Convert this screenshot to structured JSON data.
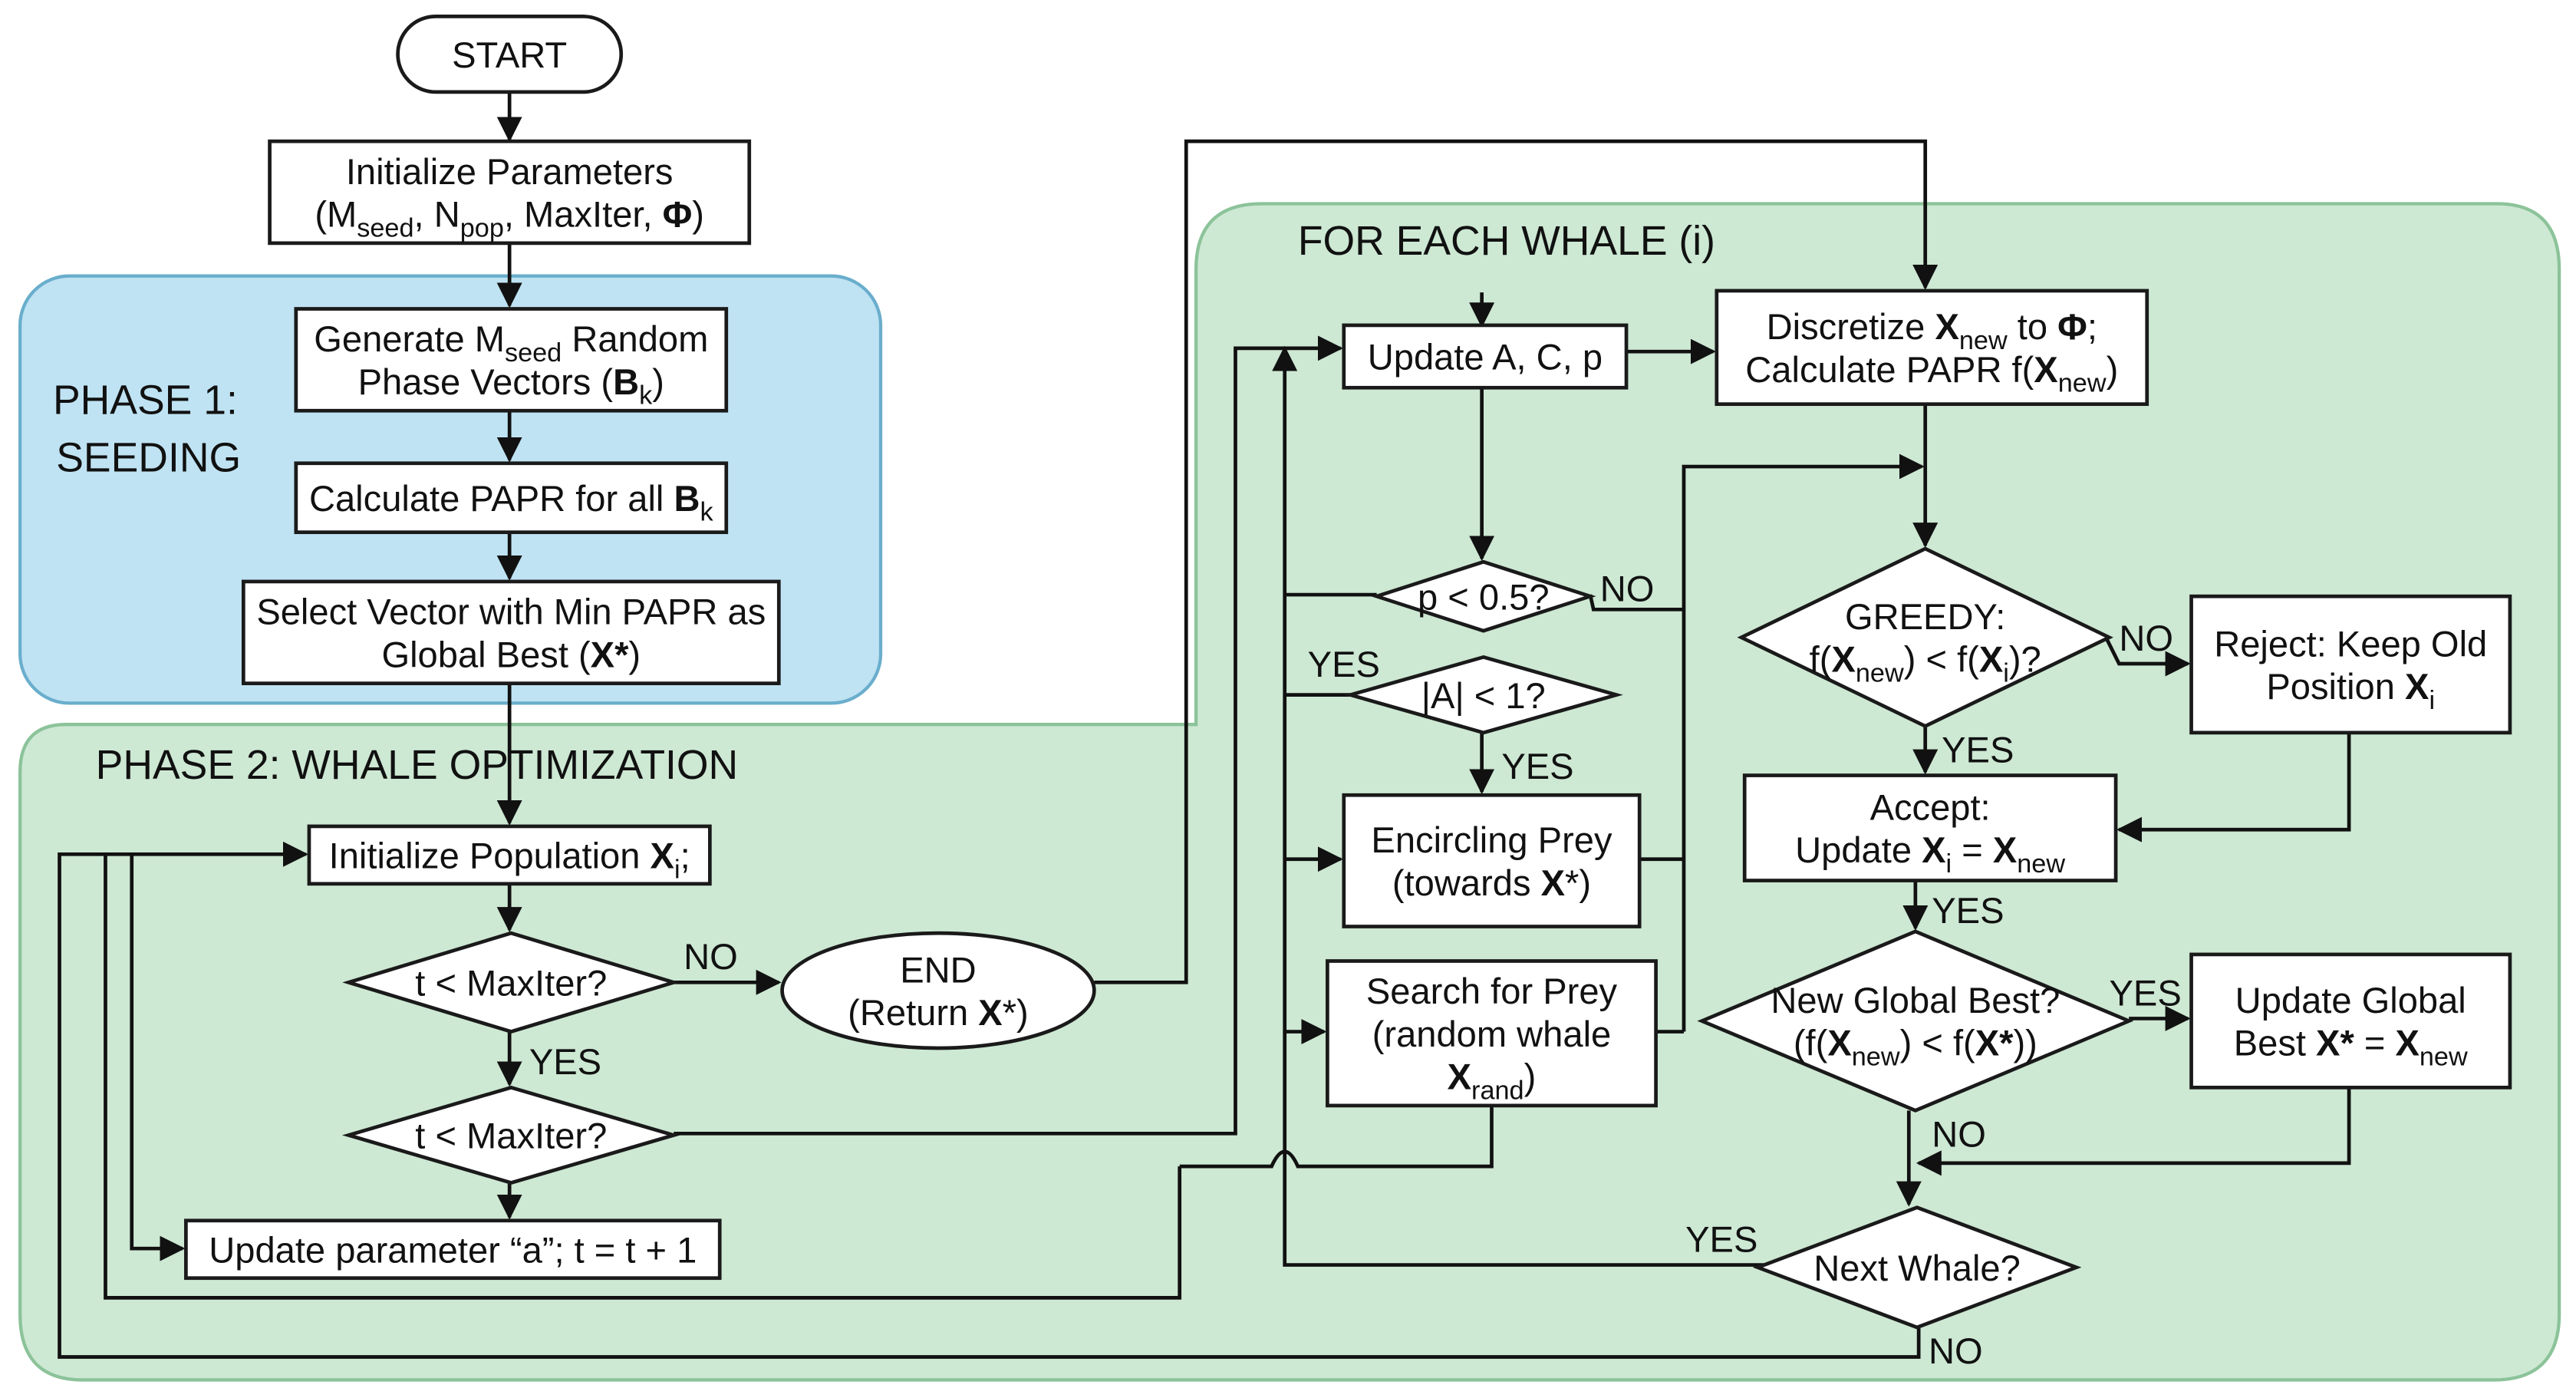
{
  "colors": {
    "phase1_fill": "#bfe3f3",
    "phase1_stroke": "#6aaecc",
    "phase2_fill": "#cde8d3",
    "phase2_stroke": "#8cc39a",
    "node_fill": "#ffffff",
    "line": "#111111"
  },
  "titles": {
    "phase1": [
      "PHASE 1:",
      "SEEDING"
    ],
    "phase2": "PHASE 2: WHALE OPTIMIZATION",
    "for_each": "FOR EACH WHALE (i)"
  },
  "nodes": {
    "start": {
      "lines": [
        [
          {
            "t": "START"
          }
        ]
      ]
    },
    "init_params": {
      "lines": [
        [
          {
            "t": "Initialize Parameters"
          }
        ],
        [
          {
            "t": "(M"
          },
          {
            "t": "seed",
            "sub": true
          },
          {
            "t": ", N"
          },
          {
            "t": "pop",
            "sub": true
          },
          {
            "t": ", MaxIter, "
          },
          {
            "t": "Φ",
            "b": true
          },
          {
            "t": ")"
          }
        ]
      ]
    },
    "generate": {
      "lines": [
        [
          {
            "t": "Generate M"
          },
          {
            "t": "seed",
            "sub": true
          },
          {
            "t": " Random"
          }
        ],
        [
          {
            "t": "Phase Vectors ("
          },
          {
            "t": "B",
            "b": true
          },
          {
            "t": "k",
            "sub": true
          },
          {
            "t": ")"
          }
        ]
      ]
    },
    "calc_papr": {
      "lines": [
        [
          {
            "t": "Calculate PAPR for all "
          },
          {
            "t": "B",
            "b": true
          },
          {
            "t": "k",
            "sub": true
          }
        ]
      ]
    },
    "select": {
      "lines": [
        [
          {
            "t": "Select Vector with Min PAPR as"
          }
        ],
        [
          {
            "t": "Global Best ("
          },
          {
            "t": "X*",
            "b": true
          },
          {
            "t": ")"
          }
        ]
      ]
    },
    "init_pop": {
      "lines": [
        [
          {
            "t": "Initialize Population "
          },
          {
            "t": "X",
            "b": true
          },
          {
            "t": "i",
            "sub": true
          },
          {
            "t": ";"
          }
        ]
      ]
    },
    "cond1": {
      "lines": [
        [
          {
            "t": "t < MaxIter?"
          }
        ]
      ]
    },
    "cond2": {
      "lines": [
        [
          {
            "t": "t < MaxIter?"
          }
        ]
      ]
    },
    "update_a": {
      "lines": [
        [
          {
            "t": "Update parameter “a”; t = t + 1"
          }
        ]
      ]
    },
    "end": {
      "lines": [
        [
          {
            "t": "END"
          }
        ],
        [
          {
            "t": "(Return "
          },
          {
            "t": "X",
            "b": true
          },
          {
            "t": "*)"
          }
        ]
      ]
    },
    "update_acp": {
      "lines": [
        [
          {
            "t": "Update A, C, p"
          }
        ]
      ]
    },
    "p_cond": {
      "lines": [
        [
          {
            "t": "p < 0.5?"
          }
        ]
      ]
    },
    "a_cond": {
      "lines": [
        [
          {
            "t": "|A| < 1?"
          }
        ]
      ]
    },
    "encircling": {
      "lines": [
        [
          {
            "t": "Encircling Prey"
          }
        ],
        [
          {
            "t": "(towards "
          },
          {
            "t": "X",
            "b": true
          },
          {
            "t": "*)"
          }
        ]
      ]
    },
    "search": {
      "lines": [
        [
          {
            "t": "Search for Prey"
          }
        ],
        [
          {
            "t": "(random whale"
          }
        ],
        [
          {
            "t": "X",
            "b": true
          },
          {
            "t": "rand",
            "sub": true
          },
          {
            "t": ")"
          }
        ]
      ]
    },
    "discretize": {
      "lines": [
        [
          {
            "t": "Discretize "
          },
          {
            "t": "X",
            "b": true
          },
          {
            "t": "new",
            "sub": true
          },
          {
            "t": " to "
          },
          {
            "t": "Φ",
            "b": true
          },
          {
            "t": ";"
          }
        ],
        [
          {
            "t": "Calculate PAPR f("
          },
          {
            "t": "X",
            "b": true
          },
          {
            "t": "new",
            "sub": true
          },
          {
            "t": ")"
          }
        ]
      ]
    },
    "greedy": {
      "lines": [
        [
          {
            "t": "GREEDY:"
          }
        ],
        [
          {
            "t": "f("
          },
          {
            "t": "X",
            "b": true
          },
          {
            "t": "new",
            "sub": true
          },
          {
            "t": ") < f("
          },
          {
            "t": "X",
            "b": true
          },
          {
            "t": "i",
            "sub": true
          },
          {
            "t": ")?"
          }
        ]
      ]
    },
    "reject": {
      "lines": [
        [
          {
            "t": "Reject: Keep Old"
          }
        ],
        [
          {
            "t": "Position "
          },
          {
            "t": "X",
            "b": true
          },
          {
            "t": "i",
            "sub": true
          }
        ]
      ]
    },
    "accept": {
      "lines": [
        [
          {
            "t": "Accept:"
          }
        ],
        [
          {
            "t": "Update "
          },
          {
            "t": "X",
            "b": true
          },
          {
            "t": "i",
            "sub": true
          },
          {
            "t": " = "
          },
          {
            "t": "X",
            "b": true
          },
          {
            "t": "new",
            "sub": true
          }
        ]
      ]
    },
    "global_cond": {
      "lines": [
        [
          {
            "t": "New Global Best?"
          }
        ],
        [
          {
            "t": "(f("
          },
          {
            "t": "X",
            "b": true
          },
          {
            "t": "new",
            "sub": true
          },
          {
            "t": ") < f("
          },
          {
            "t": "X*",
            "b": true
          },
          {
            "t": "))"
          }
        ]
      ]
    },
    "update_global": {
      "lines": [
        [
          {
            "t": "Update Global"
          }
        ],
        [
          {
            "t": "Best "
          },
          {
            "t": "X*",
            "b": true
          },
          {
            "t": " = "
          },
          {
            "t": "X",
            "b": true
          },
          {
            "t": "new",
            "sub": true
          }
        ]
      ]
    },
    "next_whale": {
      "lines": [
        [
          {
            "t": "Next Whale?"
          }
        ]
      ]
    }
  },
  "edge_labels": {
    "cond1_no": "NO",
    "cond1_yes": "YES",
    "p_no": "NO",
    "p_yes": "YES",
    "a_yes": "YES",
    "greedy_no": "NO",
    "greedy_yes": "YES",
    "accept_yes": "YES",
    "global_yes": "YES",
    "global_no": "NO",
    "next_yes": "YES",
    "next_no": "NO"
  }
}
